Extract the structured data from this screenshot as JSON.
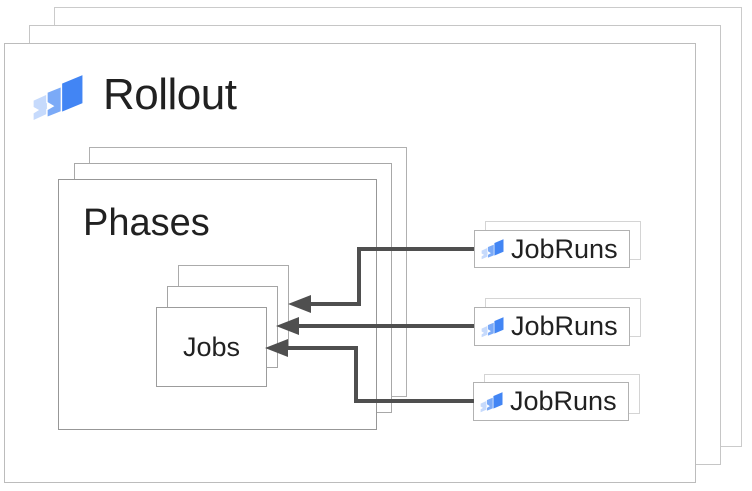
{
  "title": {
    "label": "Rollout",
    "icon": "cloud-deploy-icon"
  },
  "phases": {
    "label": "Phases"
  },
  "jobs": {
    "label": "Jobs"
  },
  "jobruns": {
    "items": [
      {
        "label": "JobRuns",
        "icon": "cloud-deploy-icon"
      },
      {
        "label": "JobRuns",
        "icon": "cloud-deploy-icon"
      },
      {
        "label": "JobRuns",
        "icon": "cloud-deploy-icon"
      }
    ]
  },
  "stacks": {
    "rollout_cards": 3,
    "phases_cards": 3,
    "jobs_cards": 3,
    "jobruns_cards_each": 2
  },
  "connections": [
    {
      "from": "jobruns-1",
      "to": "jobs",
      "style": "arrow-left"
    },
    {
      "from": "jobruns-2",
      "to": "jobs",
      "style": "arrow-left"
    },
    {
      "from": "jobruns-3",
      "to": "jobs",
      "style": "arrow-left"
    }
  ],
  "colors": {
    "icon_blue_dark": "#4285F4",
    "icon_blue_medium": "#7BAAF7",
    "icon_blue_light": "#C6DAFC",
    "arrow": "#4F4F4F",
    "text": "#212121",
    "card_fill": "#FFFFFF",
    "outer_border": "#BCBCBC",
    "inner_border": "#9C9C9C"
  }
}
